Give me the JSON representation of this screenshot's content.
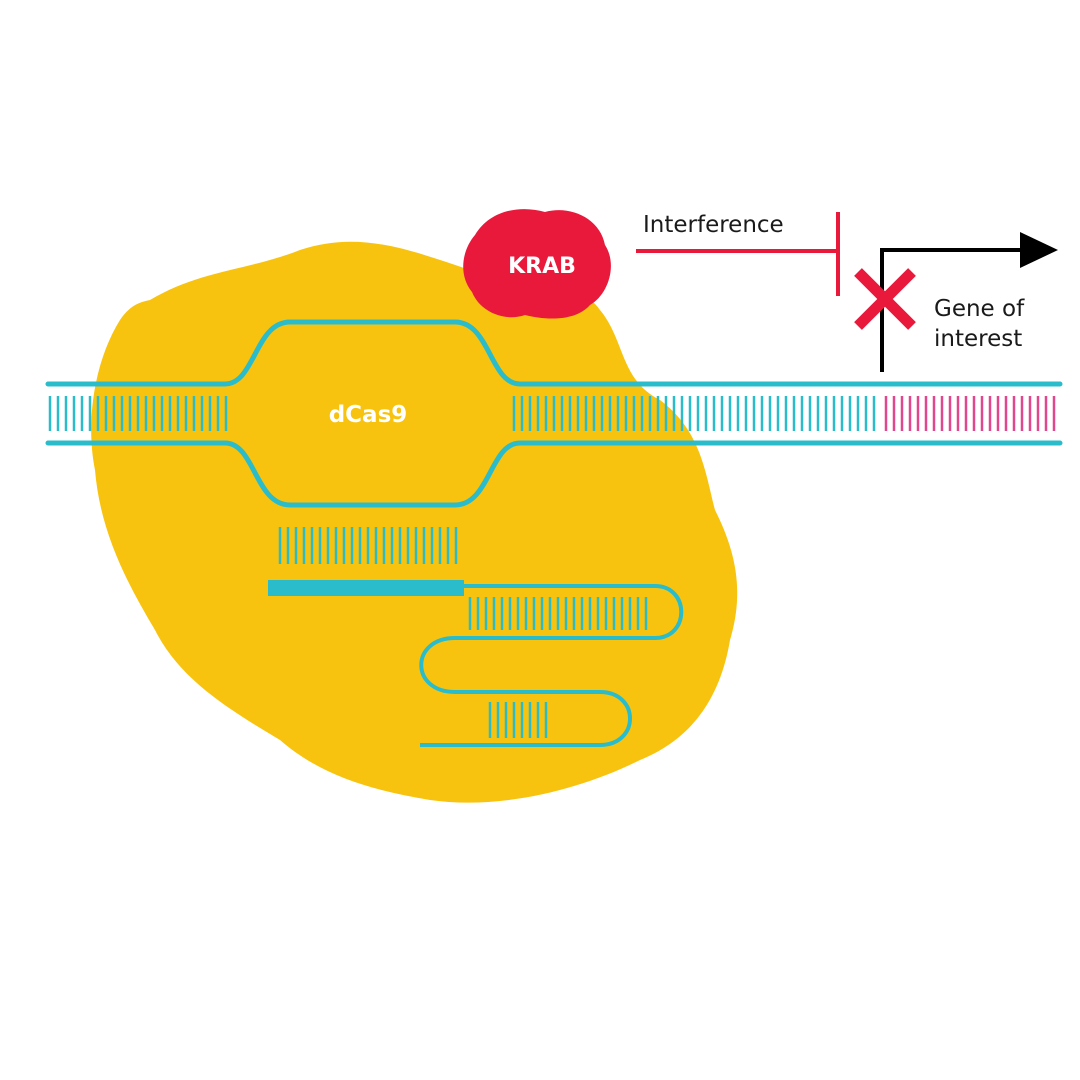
{
  "labels": {
    "protein": "dCas9",
    "effector": "KRAB",
    "interference": "Interference",
    "gene_line1": "Gene of",
    "gene_line2": "interest"
  },
  "colors": {
    "dcas9": "#F8C30E",
    "krab": "#E8193B",
    "dna": "#2BBCCB",
    "gene": "#E0478E",
    "interference_line": "#E8193B",
    "block_x": "#E8193B",
    "promoter": "#000000"
  }
}
